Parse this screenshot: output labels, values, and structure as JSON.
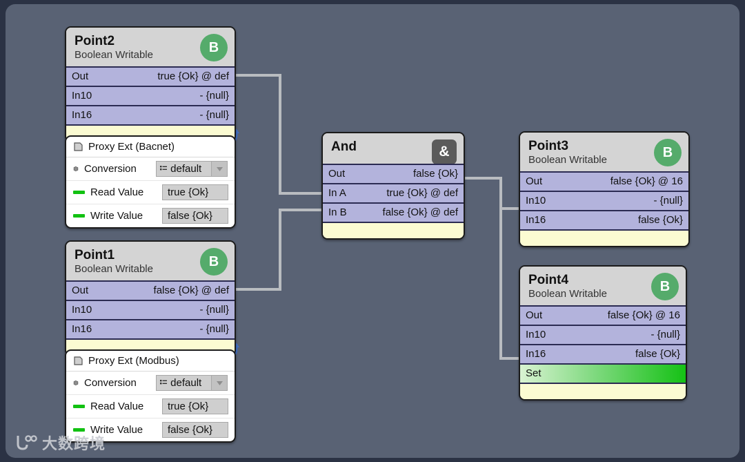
{
  "canvas": {
    "background": "#596274",
    "wire_color": "#b9bcc0"
  },
  "watermark": {
    "text": "大数跨境",
    "logo": "logo-icon"
  },
  "nodes": [
    {
      "id": "point2",
      "title": "Point2",
      "subtitle": "Boolean Writable",
      "badge": "B",
      "badge_color": "#55ab6b",
      "rows": [
        {
          "label": "Out",
          "value": "true {Ok} @ def"
        },
        {
          "label": "In10",
          "value": "- {null}"
        },
        {
          "label": "In16",
          "value": "- {null}"
        }
      ]
    },
    {
      "id": "point1",
      "title": "Point1",
      "subtitle": "Boolean Writable",
      "badge": "B",
      "badge_color": "#55ab6b",
      "rows": [
        {
          "label": "Out",
          "value": "false {Ok} @ def"
        },
        {
          "label": "In10",
          "value": "- {null}"
        },
        {
          "label": "In16",
          "value": "- {null}"
        }
      ]
    },
    {
      "id": "and",
      "title": "And",
      "subtitle": "",
      "badge": "&",
      "badge_color": "#5b5b5b",
      "rows": [
        {
          "label": "Out",
          "value": "false {Ok}"
        },
        {
          "label": "In A",
          "value": "true {Ok} @ def"
        },
        {
          "label": "In B",
          "value": "false {Ok} @ def"
        }
      ]
    },
    {
      "id": "point3",
      "title": "Point3",
      "subtitle": "Boolean Writable",
      "badge": "B",
      "badge_color": "#55ab6b",
      "rows": [
        {
          "label": "Out",
          "value": "false {Ok} @ 16"
        },
        {
          "label": "In10",
          "value": "- {null}"
        },
        {
          "label": "In16",
          "value": "false {Ok}"
        }
      ]
    },
    {
      "id": "point4",
      "title": "Point4",
      "subtitle": "Boolean Writable",
      "badge": "B",
      "badge_color": "#55ab6b",
      "rows": [
        {
          "label": "Out",
          "value": "false {Ok} @ 16"
        },
        {
          "label": "In10",
          "value": "- {null}"
        },
        {
          "label": "In16",
          "value": "false {Ok}"
        },
        {
          "label": "Set",
          "value": "",
          "style": "set"
        }
      ]
    }
  ],
  "proxies": [
    {
      "id": "proxy-bacnet",
      "header": "Proxy Ext (Bacnet)",
      "header_icon": "document-icon",
      "conversion": {
        "label": "Conversion",
        "icon": "cube-icon",
        "value": "default",
        "value_icon": "list-icon",
        "arrow": "chevron-down-icon"
      },
      "read": {
        "label": "Read Value",
        "value": "true {Ok}"
      },
      "write": {
        "label": "Write Value",
        "value": "false {Ok}"
      }
    },
    {
      "id": "proxy-modbus",
      "header": "Proxy Ext (Modbus)",
      "header_icon": "document-icon",
      "conversion": {
        "label": "Conversion",
        "icon": "cube-icon",
        "value": "default",
        "value_icon": "list-icon",
        "arrow": "chevron-down-icon"
      },
      "read": {
        "label": "Read Value",
        "value": "true {Ok}"
      },
      "write": {
        "label": "Write Value",
        "value": "false {Ok}"
      }
    }
  ]
}
